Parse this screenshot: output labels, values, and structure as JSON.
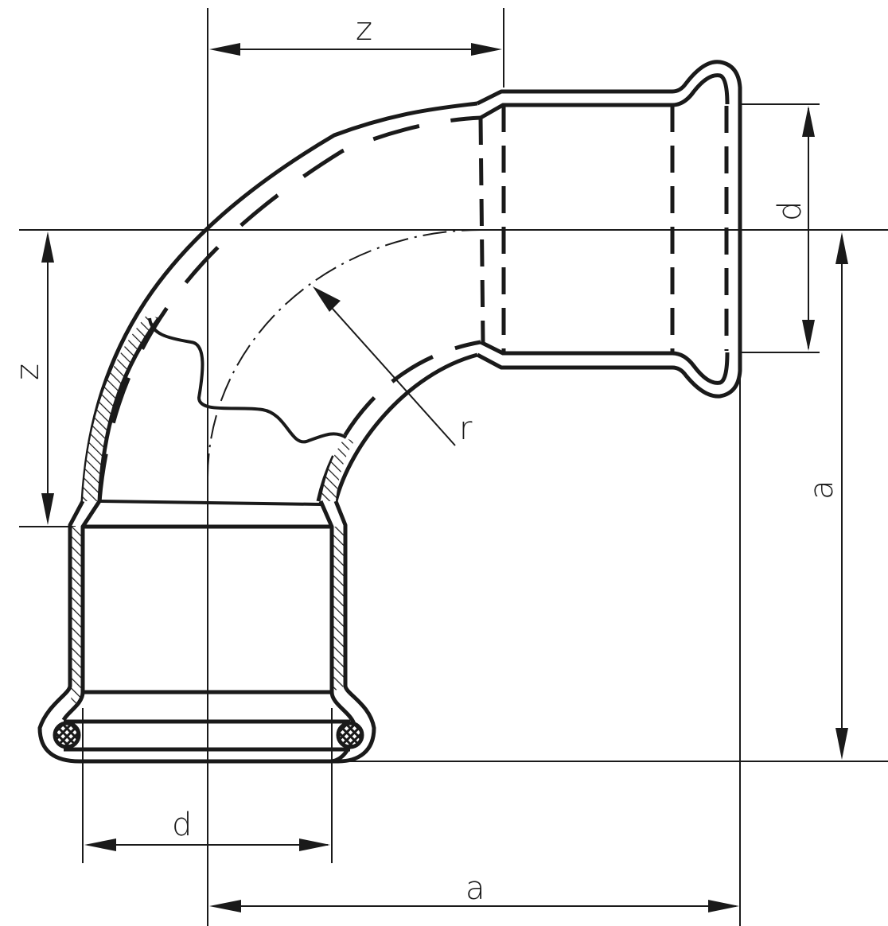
{
  "drawing": {
    "title": "90° press-fit elbow — sectional technical drawing",
    "line_color": "#1a1a1a",
    "background": "#ffffff"
  },
  "dimensions": {
    "z_top": "z",
    "z_left": "z",
    "d_right": "d",
    "d_bottom": "d",
    "a_right": "a",
    "a_bottom": "a",
    "r_radius": "r"
  },
  "features": {
    "upper_socket": "press-fit socket with O-ring bead (hidden lines)",
    "lower_socket": "press-fit socket in section with O-ring",
    "bend": "90° bend with partial break-out section",
    "centerline": "dash-dot bend centerline of radius r"
  }
}
